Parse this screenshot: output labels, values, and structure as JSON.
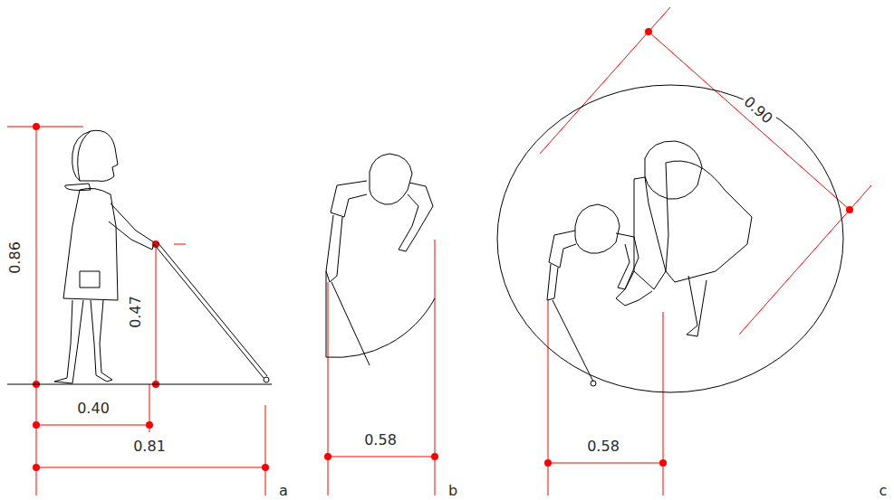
{
  "diagram": {
    "labels": [
      "0.86",
      "0.47",
      "0.40",
      "0.81",
      "0.58",
      "0.58",
      "0.90",
      "a",
      "b",
      "c"
    ]
  }
}
